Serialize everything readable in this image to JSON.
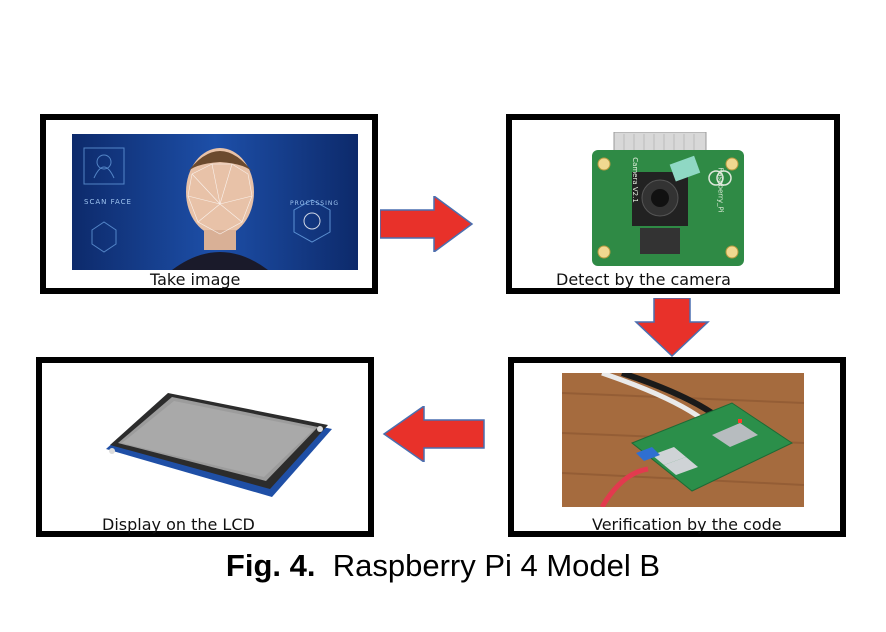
{
  "steps": [
    {
      "label": "Take image"
    },
    {
      "label": "Detect by the camera"
    },
    {
      "label": "Verification by the code"
    },
    {
      "label": "Display on the LCD"
    }
  ],
  "face_panel": {
    "left_text": "SCAN FACE",
    "right_text": "PROCESSING"
  },
  "camera_board": {
    "text": "Camera V2.1",
    "subtext": "Raspberry_Pi"
  },
  "caption": {
    "prefix": "Fig. 4.",
    "text": "Raspberry Pi 4 Model B"
  },
  "colors": {
    "arrow": "#e8312a",
    "arrow_edge": "#4a6fb0",
    "frame": "#000000"
  }
}
